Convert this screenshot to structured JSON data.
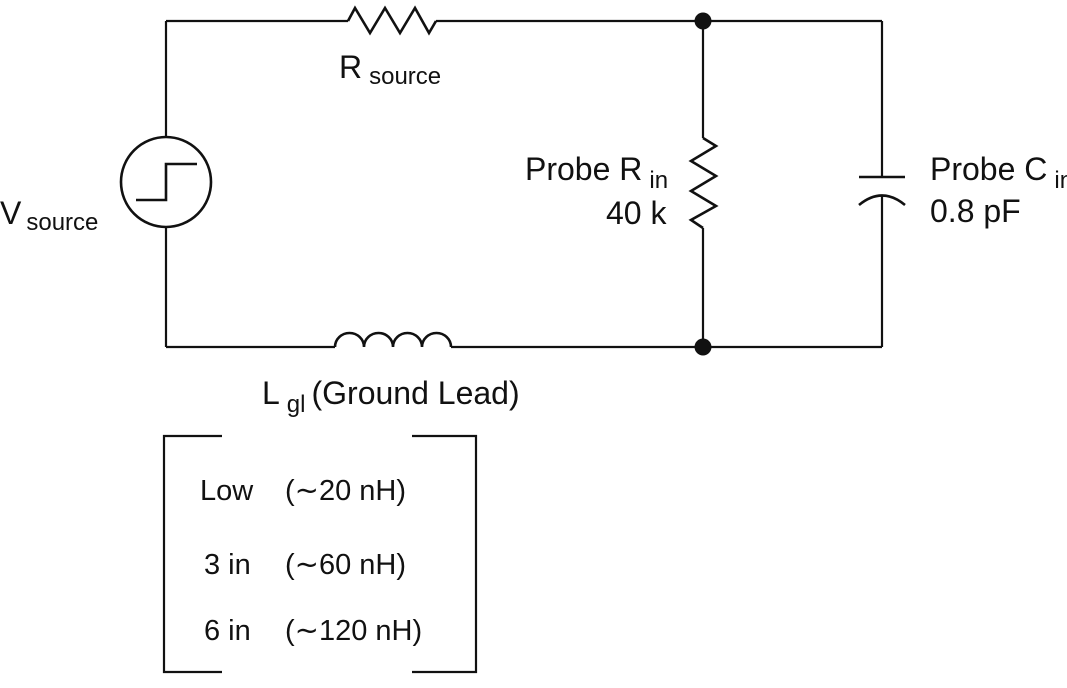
{
  "labels": {
    "r_source_main": "R",
    "r_source_sub": "source",
    "v_source_main": "V",
    "v_source_sub": "source",
    "probe_r_main": "Probe R",
    "probe_r_sub": "in",
    "probe_r_value": "40 k",
    "probe_c_main": "Probe C",
    "probe_c_sub": "in",
    "probe_c_value": "0.8 pF",
    "lgl_main": "L",
    "lgl_sub": "gl",
    "lgl_desc": "(Ground Lead)"
  },
  "table": {
    "rows": [
      {
        "length": "Low",
        "inductance": "(∼20  nH)"
      },
      {
        "length": "3 in",
        "inductance": "(∼60  nH)"
      },
      {
        "length": "6 in",
        "inductance": "(∼120  nH)"
      }
    ]
  }
}
